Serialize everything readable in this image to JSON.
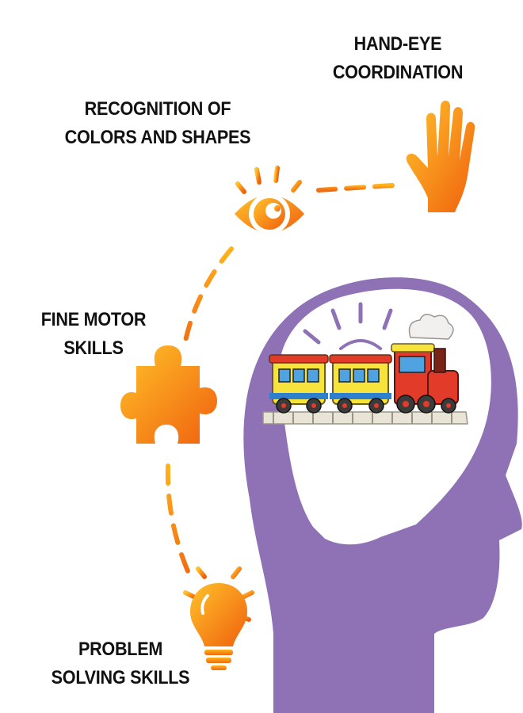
{
  "labels": {
    "hand_eye": {
      "line1": "HAND-EYE",
      "line2": "COORDINATION"
    },
    "recognition": {
      "line1": "RECOGNITION OF",
      "line2": "COLORS AND SHAPES"
    },
    "fine_motor": {
      "line1": "FINE MOTOR",
      "line2": "SKILLS"
    },
    "problem_solving": {
      "line1": "PROBLEM",
      "line2": "SOLVING SKILLS"
    }
  },
  "icons": [
    "hand-icon",
    "eye-icon",
    "puzzle-piece-icon",
    "lightbulb-icon",
    "head-silhouette",
    "toy-train-icon"
  ],
  "colors": {
    "orange_light": "#FFB21C",
    "orange_dark": "#F0600E",
    "head_purple": "#8E72B5",
    "train_yellow": "#F6E33C",
    "train_red": "#E23B2A",
    "window_blue": "#4FA3E0"
  }
}
